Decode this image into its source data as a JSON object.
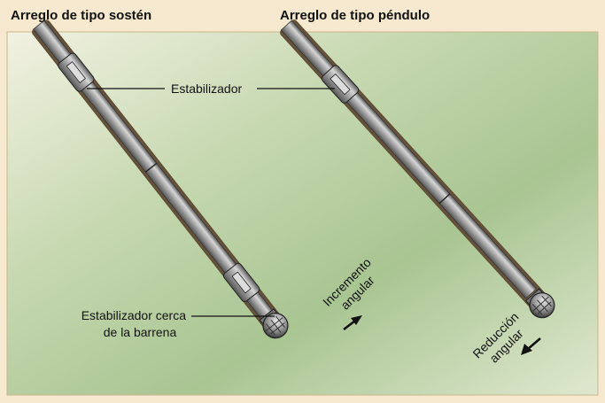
{
  "headers": {
    "left": "Arreglo de tipo sostén",
    "right": "Arreglo de tipo péndulo"
  },
  "labels": {
    "stabilizer": "Estabilizador",
    "near_bit_stabilizer_line1": "Estabilizador cerca",
    "near_bit_stabilizer_line2": "de la barrena",
    "angle_build_line1": "Incremento",
    "angle_build_line2": "angular",
    "angle_drop_line1": "Reducción",
    "angle_drop_line2": "angular"
  },
  "colors": {
    "frame_bg": "#f6e9cf",
    "panel_green": "#b4cc9f",
    "pipe_grey": "#9a9a9a"
  },
  "icons": [
    "arrow-up-right-icon",
    "arrow-down-left-icon",
    "drill-bit-icon",
    "stabilizer-icon"
  ]
}
